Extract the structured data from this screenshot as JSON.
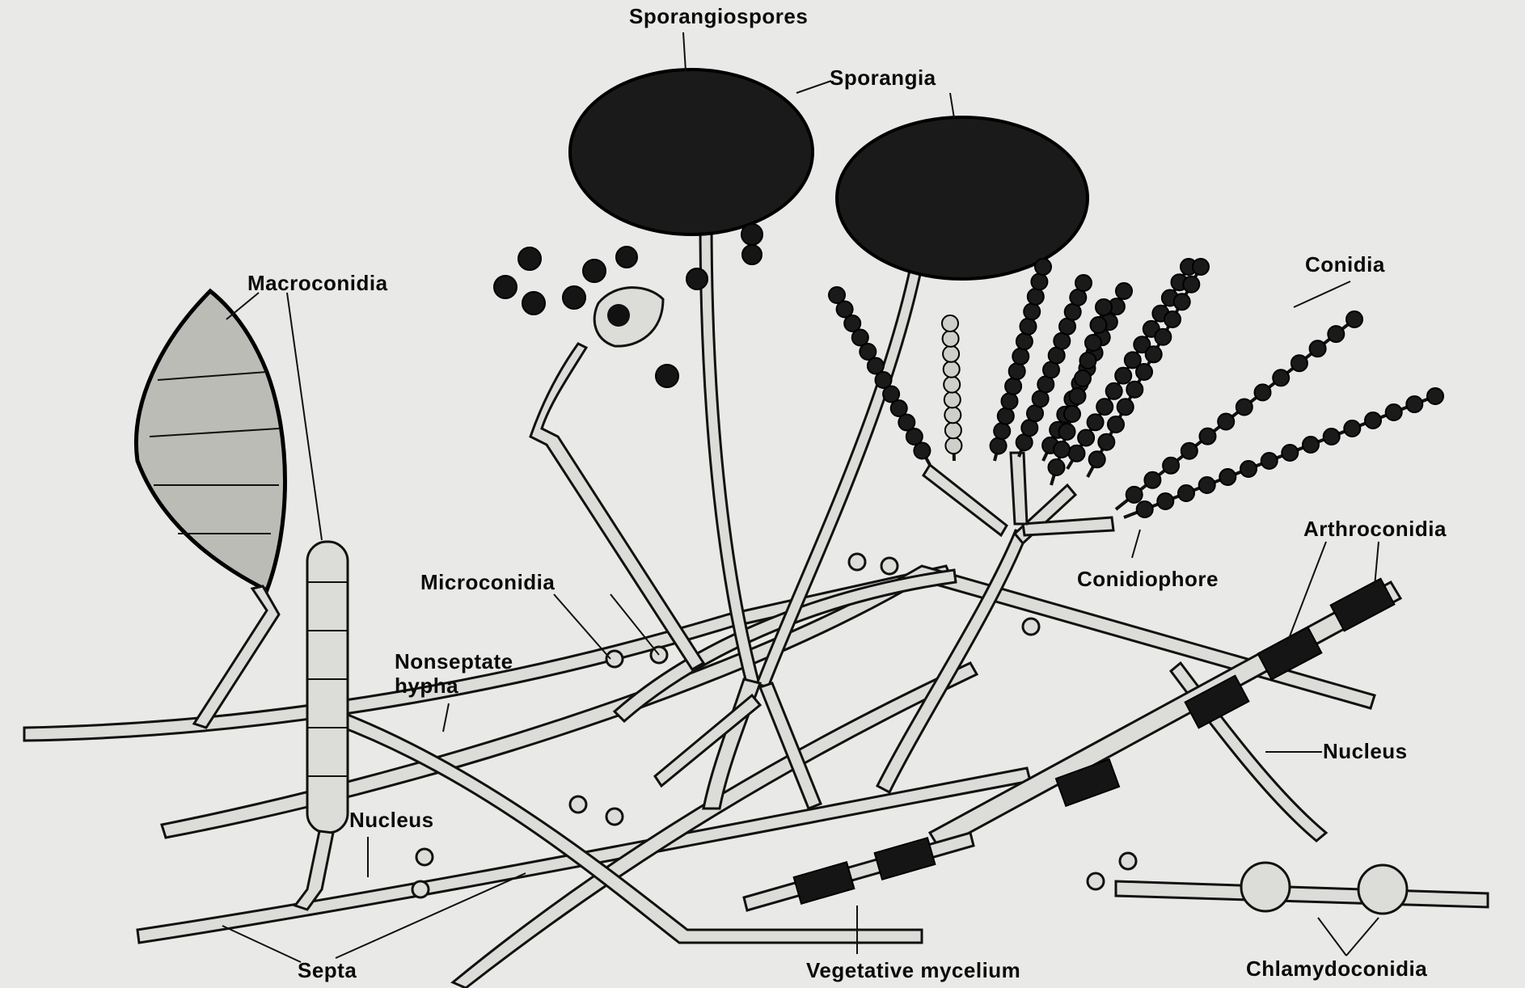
{
  "labels": {
    "sporangiospores": "Sporangiospores",
    "sporangia": "Sporangia",
    "macroconidia": "Macroconidia",
    "conidia": "Conidia",
    "microconidia": "Microconidia",
    "nonseptate_hypha": "Nonseptate\nhypha",
    "conidiophore": "Conidiophore",
    "arthroconidia": "Arthroconidia",
    "nucleus_left": "Nucleus",
    "nucleus_right": "Nucleus",
    "septa": "Septa",
    "vegetative_mycelium": "Vegetative mycelium",
    "chlamydoconidia": "Chlamydoconidia"
  },
  "colors": {
    "background": "#e9e9e7",
    "ink": "#111111",
    "hypha_fill": "#dcdcd8",
    "sporangium_fill": "#1a1a1a"
  }
}
